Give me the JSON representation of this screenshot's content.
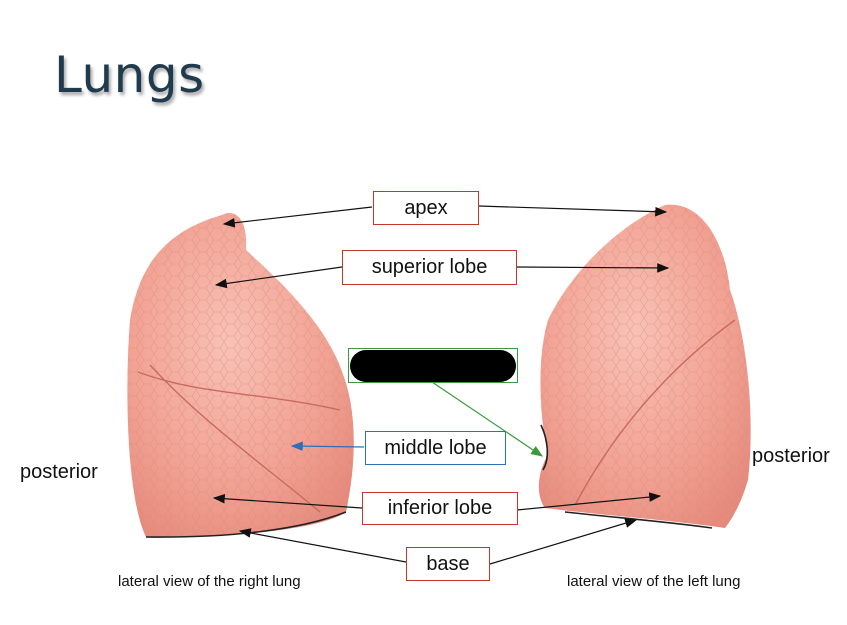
{
  "title": "Lungs",
  "labels": {
    "apex": "apex",
    "superior_lobe": "superior lobe",
    "hidden_label": "",
    "middle_lobe": "middle lobe",
    "inferior_lobe": "inferior lobe",
    "base": "base"
  },
  "side_labels": {
    "left": "posterior",
    "right": "posterior"
  },
  "captions": {
    "right_lung": "lateral view of the right lung",
    "left_lung": "lateral view of the left lung"
  },
  "colors": {
    "title": "#1f3b4d",
    "lung_fill": "#f2a394",
    "red_border": "#c0392b",
    "blue_border": "#2f6fb3",
    "green_border": "#3a9a3a"
  }
}
